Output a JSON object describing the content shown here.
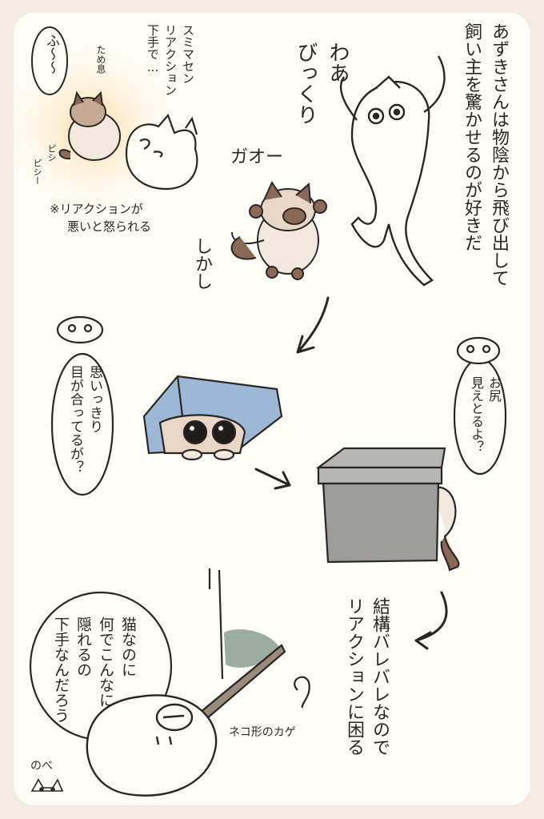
{
  "narration": {
    "intro_lines": [
      "あずきさんは物陰から飛び出して",
      "飼い主を驚かせるのが好きだ"
    ],
    "however": "しかし",
    "bottom_lines": [
      "結構バレバレなので",
      "リアクションに困る"
    ]
  },
  "panel_top": {
    "owner_shout_lines": [
      "わあ",
      "びっくり"
    ],
    "cat_roar": "ガオー",
    "cat_sigh": "ふ〜〜",
    "sigh_label": "ため息",
    "apology_lines": [
      "スミマセン",
      "リアクション",
      "下手で…"
    ],
    "flutter_sfx_1": "ピシ",
    "flutter_sfx_2": "ピシー",
    "note_lines": [
      "※リアクションが",
      "悪いと怒られる"
    ]
  },
  "panel_middle": {
    "bag_bubble_lines": [
      "思いっきり",
      "目が合ってるが？"
    ],
    "box_bubble_lines": [
      "お尻",
      "見えとるよ？"
    ]
  },
  "panel_bottom": {
    "owner_thought_lines": [
      "猫なのに",
      "何でこんなに",
      "隠れるの",
      "下手なんだろう"
    ],
    "shadow_label": "ネコ形のカゲ",
    "signature": "のべ"
  },
  "colors": {
    "frame": "#f3ebe0",
    "page": "#fffdf8",
    "ink": "#2a2624",
    "cat_body": "#f3e8dc",
    "cat_point": "#8a6a57",
    "bag_blue": "#9cb8d6",
    "box_gray": "#9c9c9a",
    "box_lid": "#b6b6b3",
    "glow": "#f8e2b4",
    "shadow_green": "#6f8a78"
  }
}
